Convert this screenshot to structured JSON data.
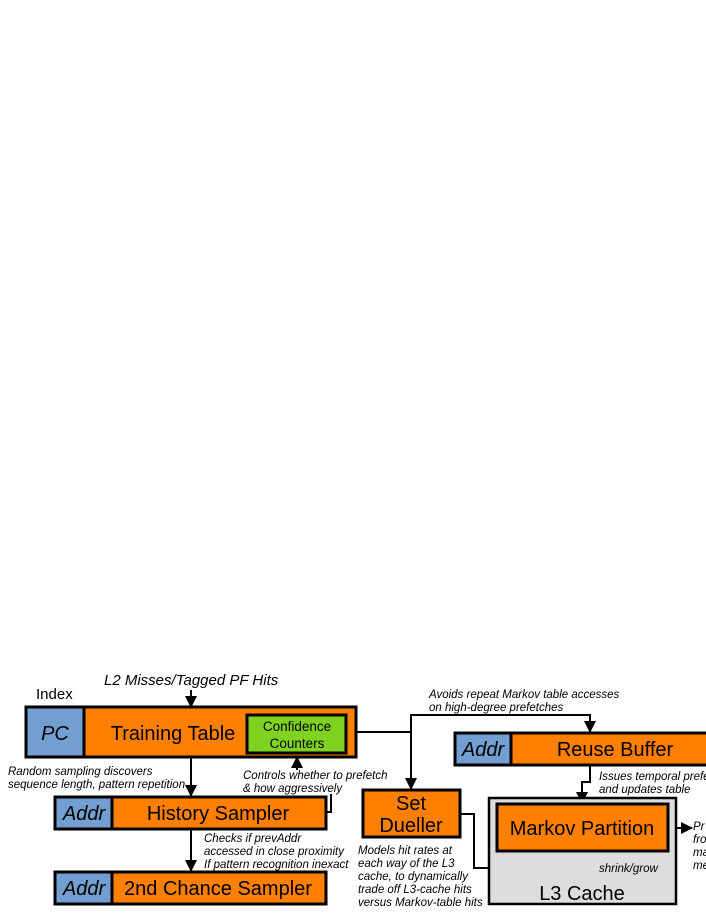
{
  "colors": {
    "orange": "#ff8000",
    "blue": "#729fcf",
    "green": "#7fd320",
    "gray": "#dddddd"
  },
  "input_label": "L2 Misses/Tagged PF Hits",
  "index_label": "Index",
  "training_table": {
    "key": "PC",
    "title": "Training Table",
    "confidence": [
      "Confidence",
      "Counters"
    ]
  },
  "history_sampler": {
    "key": "Addr",
    "title": "History Sampler"
  },
  "second_chance_sampler": {
    "key": "Addr",
    "title": "2nd Chance Sampler"
  },
  "reuse_buffer": {
    "key": "Addr",
    "title": "Reuse Buffer"
  },
  "set_dueller": {
    "title": [
      "Set",
      "Dueller"
    ]
  },
  "l3_cache": {
    "title": "L3 Cache",
    "partition": "Markov Partition",
    "resize_label": "shrink/grow"
  },
  "notes": {
    "random_sampling": [
      "Random sampling discovers",
      "sequence length, pattern repetition"
    ],
    "controls": [
      "Controls whether to prefetch",
      "& how aggressively"
    ],
    "checks": [
      "Checks if prevAddr",
      "accessed in close proximity",
      "If pattern recognition inexact"
    ],
    "avoids": [
      "Avoids repeat Markov table accesses",
      "on high-degree prefetches"
    ],
    "issues": [
      "Issues temporal prefe",
      "and updates table"
    ],
    "models": [
      "Models hit rates at",
      "each way of the L3",
      "cache, to dynamically",
      "trade off L3-cache hits",
      "versus Markov-table hits"
    ],
    "prefetch_out": [
      "Pr",
      "fro",
      "ma",
      "me"
    ]
  }
}
